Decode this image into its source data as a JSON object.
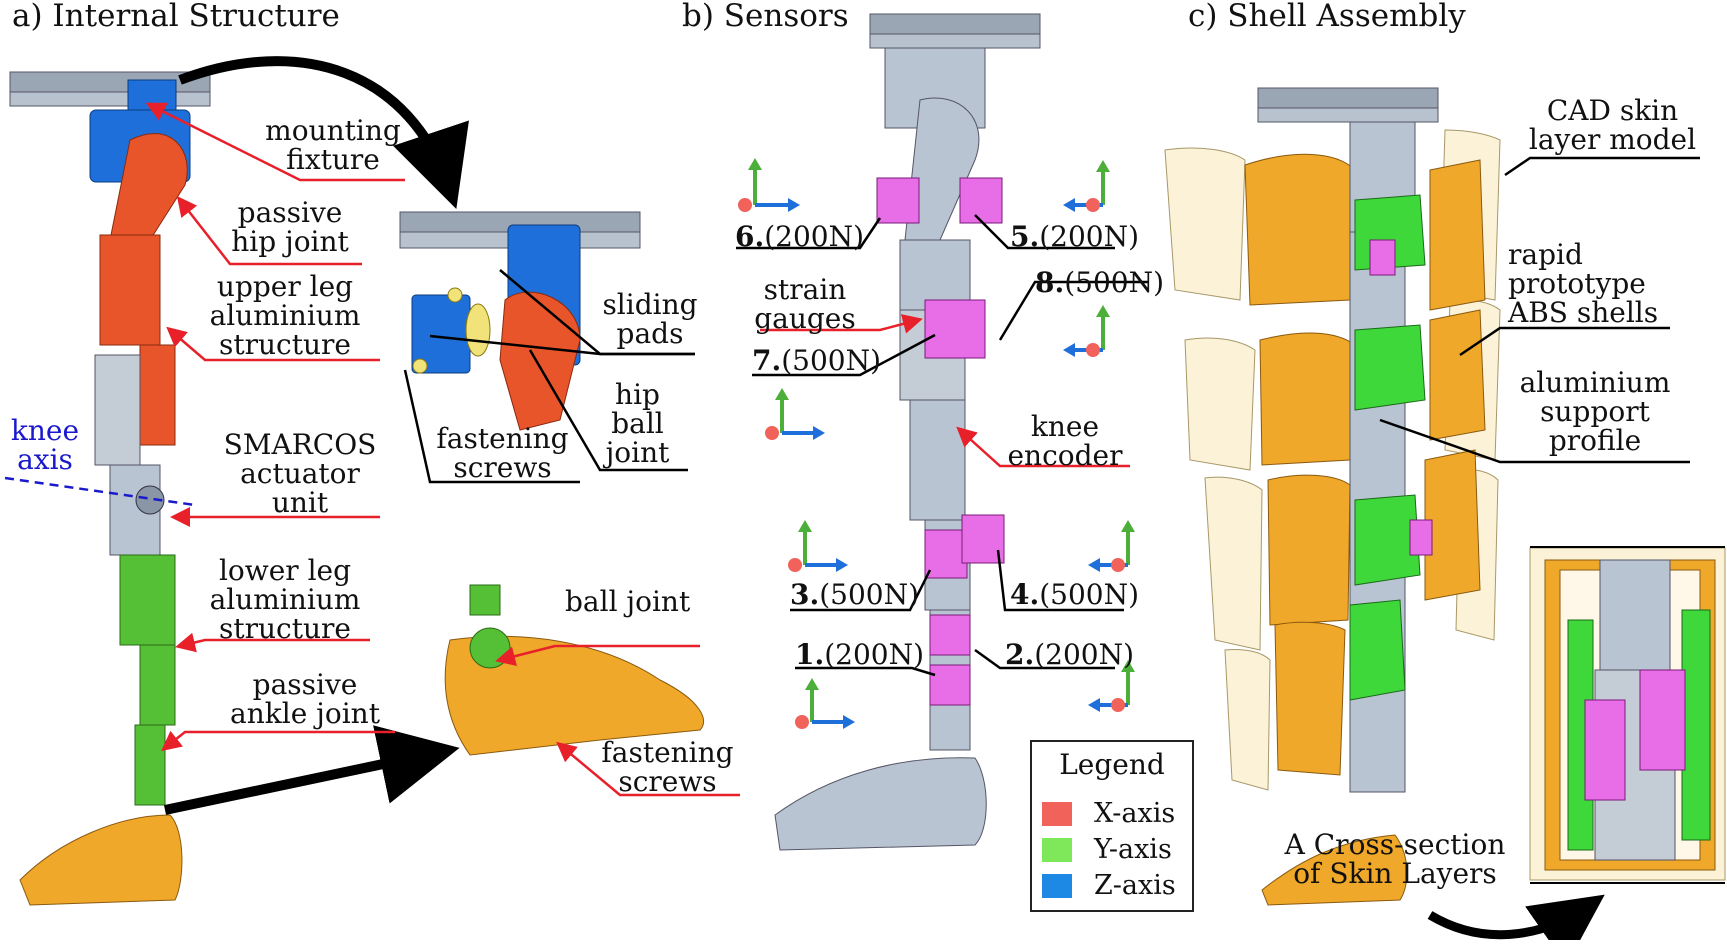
{
  "panels": {
    "a": {
      "title": "a) Internal Structure"
    },
    "b": {
      "title": "b) Sensors"
    },
    "c": {
      "title": "c) Shell Assembly"
    }
  },
  "a_labels": {
    "mounting": [
      "mounting",
      "fixture"
    ],
    "hip": [
      "passive",
      "hip joint"
    ],
    "upper": [
      "upper leg",
      "aluminium",
      "structure"
    ],
    "knee_axis": [
      "knee",
      "axis"
    ],
    "smarcos": [
      "SMARCOS",
      "actuator",
      "unit"
    ],
    "lower": [
      "lower leg",
      "aluminium",
      "structure"
    ],
    "ankle": [
      "passive",
      "ankle joint"
    ],
    "sliding": [
      "sliding",
      "pads"
    ],
    "fastening_top": [
      "fastening",
      "screws"
    ],
    "hip_ball": [
      "hip",
      "ball",
      "joint"
    ],
    "ball_joint": "ball joint",
    "fastening_foot": [
      "fastening",
      "screws"
    ]
  },
  "b_labels": {
    "strain": [
      "strain",
      "gauges"
    ],
    "knee_encoder": [
      "knee",
      "encoder"
    ],
    "sensors": [
      {
        "num": "6.",
        "force": "(200N)"
      },
      {
        "num": "5.",
        "force": "(200N)"
      },
      {
        "num": "8.",
        "force": "(500N)"
      },
      {
        "num": "7.",
        "force": "(500N)"
      },
      {
        "num": "3.",
        "force": "(500N)"
      },
      {
        "num": "4.",
        "force": "(500N)"
      },
      {
        "num": "1.",
        "force": "(200N)"
      },
      {
        "num": "2.",
        "force": "(200N)"
      }
    ]
  },
  "legend": {
    "title": "Legend",
    "items": [
      {
        "label": "X-axis",
        "color": "#f0625a"
      },
      {
        "label": "Y-axis",
        "color": "#7ee85a"
      },
      {
        "label": "Z-axis",
        "color": "#1e88e5"
      }
    ]
  },
  "c_labels": {
    "cad": [
      "CAD skin",
      "layer model"
    ],
    "rapid": [
      "rapid",
      "prototype",
      "ABS shells"
    ],
    "alu": [
      "aluminium",
      "support",
      "profile"
    ],
    "cross": [
      "A Cross-section",
      "of Skin Layers"
    ]
  },
  "colors": {
    "blue_part": "#1e6fd9",
    "orange_part": "#e8552a",
    "green_part": "#55c035",
    "gold_part": "#f0a82a",
    "grey_part": "#b8c4d2",
    "magenta_part": "#e86ee8",
    "leader_red": "#e8202a",
    "leader_black": "#000000"
  }
}
